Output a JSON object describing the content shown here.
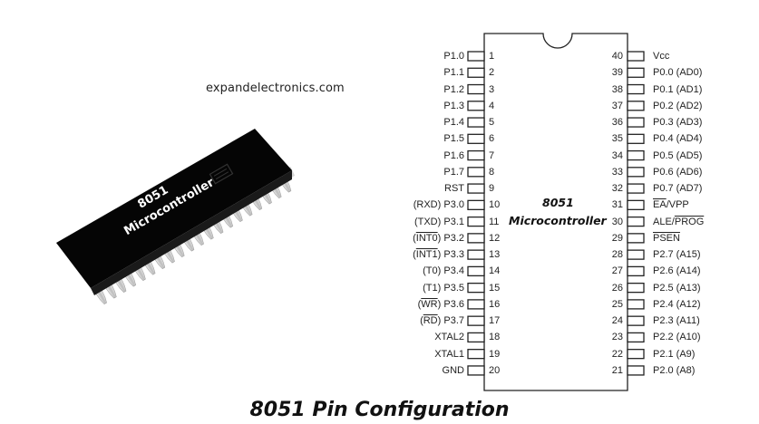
{
  "watermark": "expandelectronics.com",
  "caption": "8051 Pin Configuration",
  "chip_photo": {
    "line1": "8051",
    "line2": "Microcontroller"
  },
  "diagram": {
    "center_line1": "8051",
    "center_line2": "Microcontroller",
    "left_pins": [
      {
        "num": "1",
        "name": "P1.0",
        "alt": "",
        "alt_overline": false
      },
      {
        "num": "2",
        "name": "P1.1",
        "alt": "",
        "alt_overline": false
      },
      {
        "num": "3",
        "name": "P1.2",
        "alt": "",
        "alt_overline": false
      },
      {
        "num": "4",
        "name": "P1.3",
        "alt": "",
        "alt_overline": false
      },
      {
        "num": "5",
        "name": "P1.4",
        "alt": "",
        "alt_overline": false
      },
      {
        "num": "6",
        "name": "P1.5",
        "alt": "",
        "alt_overline": false
      },
      {
        "num": "7",
        "name": "P1.6",
        "alt": "",
        "alt_overline": false
      },
      {
        "num": "8",
        "name": "P1.7",
        "alt": "",
        "alt_overline": false
      },
      {
        "num": "9",
        "name": "RST",
        "alt": "",
        "alt_overline": false
      },
      {
        "num": "10",
        "name": "P3.0",
        "alt": "RXD",
        "alt_overline": false
      },
      {
        "num": "11",
        "name": "P3.1",
        "alt": "TXD",
        "alt_overline": false
      },
      {
        "num": "12",
        "name": "P3.2",
        "alt": "INT0",
        "alt_overline": true
      },
      {
        "num": "13",
        "name": "P3.3",
        "alt": "INT1",
        "alt_overline": true
      },
      {
        "num": "14",
        "name": "P3.4",
        "alt": "T0",
        "alt_overline": false
      },
      {
        "num": "15",
        "name": "P3.5",
        "alt": "T1",
        "alt_overline": false
      },
      {
        "num": "16",
        "name": "P3.6",
        "alt": "WR",
        "alt_overline": true
      },
      {
        "num": "17",
        "name": "P3.7",
        "alt": "RD",
        "alt_overline": true
      },
      {
        "num": "18",
        "name": "XTAL2",
        "alt": "",
        "alt_overline": false
      },
      {
        "num": "19",
        "name": "XTAL1",
        "alt": "",
        "alt_overline": false
      },
      {
        "num": "20",
        "name": "GND",
        "alt": "",
        "alt_overline": false
      }
    ],
    "right_pins": [
      {
        "num": "40",
        "parts": [
          {
            "t": "Vcc",
            "o": false
          }
        ]
      },
      {
        "num": "39",
        "parts": [
          {
            "t": "P0.0 (AD0)",
            "o": false
          }
        ]
      },
      {
        "num": "38",
        "parts": [
          {
            "t": "P0.1 (AD1)",
            "o": false
          }
        ]
      },
      {
        "num": "37",
        "parts": [
          {
            "t": "P0.2 (AD2)",
            "o": false
          }
        ]
      },
      {
        "num": "36",
        "parts": [
          {
            "t": "P0.3 (AD3)",
            "o": false
          }
        ]
      },
      {
        "num": "35",
        "parts": [
          {
            "t": "P0.4 (AD4)",
            "o": false
          }
        ]
      },
      {
        "num": "34",
        "parts": [
          {
            "t": "P0.5 (AD5)",
            "o": false
          }
        ]
      },
      {
        "num": "33",
        "parts": [
          {
            "t": "P0.6 (AD6)",
            "o": false
          }
        ]
      },
      {
        "num": "32",
        "parts": [
          {
            "t": "P0.7 (AD7)",
            "o": false
          }
        ]
      },
      {
        "num": "31",
        "parts": [
          {
            "t": "EA",
            "o": true
          },
          {
            "t": "/VPP",
            "o": false
          }
        ]
      },
      {
        "num": "30",
        "parts": [
          {
            "t": "ALE/",
            "o": false
          },
          {
            "t": "PROG",
            "o": true
          }
        ]
      },
      {
        "num": "29",
        "parts": [
          {
            "t": "PSEN",
            "o": true
          }
        ]
      },
      {
        "num": "28",
        "parts": [
          {
            "t": "P2.7 (A15)",
            "o": false
          }
        ]
      },
      {
        "num": "27",
        "parts": [
          {
            "t": "P2.6 (A14)",
            "o": false
          }
        ]
      },
      {
        "num": "26",
        "parts": [
          {
            "t": "P2.5 (A13)",
            "o": false
          }
        ]
      },
      {
        "num": "25",
        "parts": [
          {
            "t": "P2.4 (A12)",
            "o": false
          }
        ]
      },
      {
        "num": "24",
        "parts": [
          {
            "t": "P2.3 (A11)",
            "o": false
          }
        ]
      },
      {
        "num": "23",
        "parts": [
          {
            "t": "P2.2 (A10)",
            "o": false
          }
        ]
      },
      {
        "num": "22",
        "parts": [
          {
            "t": "P2.1 (A9)",
            "o": false
          }
        ]
      },
      {
        "num": "21",
        "parts": [
          {
            "t": "P2.0 (A8)",
            "o": false
          }
        ]
      }
    ]
  }
}
